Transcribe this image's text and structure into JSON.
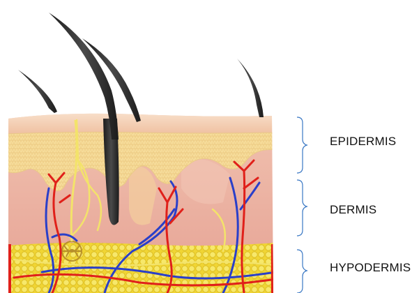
{
  "labels": {
    "epidermis": "EPIDERMIS",
    "dermis": "DERMIS",
    "hypodermis": "HYPODERMIS"
  },
  "colors": {
    "epidermis_surface": "#f2c7ad",
    "epidermis_cells": "#f6dc9a",
    "dermis": "#efb8a8",
    "hypodermis_fat": "#f3df3c",
    "artery": "#e0201a",
    "vein": "#2a3fc9",
    "nerve": "#f3e36a",
    "hair": "#2b2b2b",
    "bracket": "#3a78c4"
  },
  "icons": [
    "hair-icon",
    "artery-icon",
    "vein-icon",
    "nerve-icon",
    "sweat-gland-icon",
    "fat-cell-icon"
  ]
}
